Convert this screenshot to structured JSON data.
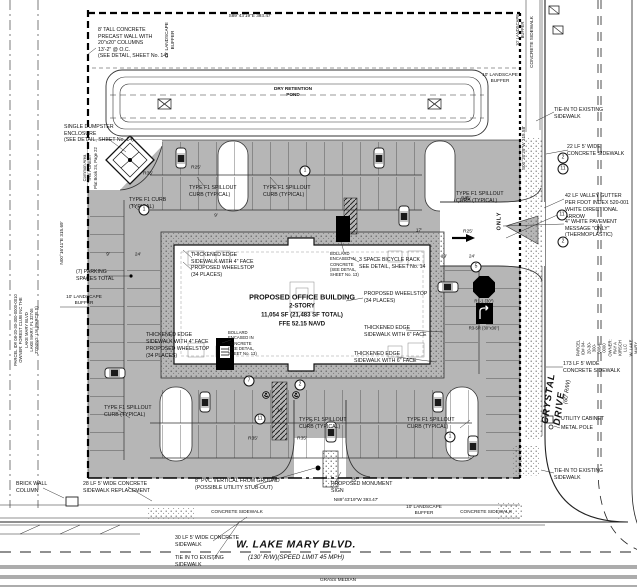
{
  "colors": {
    "paving": "#b6b6b6",
    "ink": "#1c1c1c",
    "paper": "#ffffff",
    "stipple": "#555555"
  },
  "streets": {
    "crystal_name": "CRYSTAL DRIVE",
    "crystal_rw": "(60' R/W)",
    "lakemary_name": "W. LAKE MARY BLVD.",
    "lakemary_rw": "(130' R/W)(SPEED LIMIT 45 MPH)",
    "median": "GRASS MEDIAN"
  },
  "building": {
    "line1": "PROPOSED OFFICE BUILDING",
    "line2": "2-STORY",
    "line3": "11,054 SF (21,483 SF TOTAL)",
    "line4": "FFE 52.15 NAVD"
  },
  "bearings": {
    "top": "S89°43'19\"E  393.47'",
    "bottom": "N89°43'19\"W  393.47'",
    "left": "N00°16'41\"E  315.69'",
    "right": "S00°20'29\"W  315.58'"
  },
  "parcels": {
    "left": "PARCEL ID# 08-20-30-300-0000-0010\nOWNER: FOREST CLUB INC THE\nLAKE MARY BLVD\nLAKE MARY, FL 32746\nZONING: LM (PARCELS)",
    "right": "PARCEL ID# 04-20-30-300-008A-0000\nOWNER: RAY A KIRSCH LLC\nW. LAKE MARY BLVD\nLAKE MARY, FL 32746",
    "common": "Common Area\n\"THE FOREST\"\nPlat Book 24, Page 22"
  },
  "signs": {
    "stop": "R1-1 (30\")",
    "turn": "R3-5R (30\"x36\")",
    "only": "ONLY"
  },
  "notes": {
    "wall": "8' TALL CONCRETE\nPRECAST WALL WITH\n20\"x20\" COLUMNS\n13'-2\" @ O.C.\n(SEE DETAIL, SHEET No. 14)",
    "dumpster": "SINGLE DUMPSTER\nENCLOSURE\n(SEE DETAIL, SHEET No. 14)",
    "pond": "DRY RETENTION\nPOND",
    "buffer15": "15' LANDSCAPE\nBUFFER",
    "buffer10": "10' LANDSCAPE\nBUFFER",
    "parking7": "(7) PARKING\nSPACES TOTAL",
    "f1curb": "TYPE F1 CURB\n(TYPICAL)",
    "f1spill": "TYPE F1 SPILLOUT\nCURB (TYPICAL)",
    "wheelstop": "PROPOSED WHEELSTOP\n(34 PLACES)",
    "thick4": "THICKENED EDGE\nSIDEWALK WITH 4\" FACE",
    "thick6": "THICKENED EDGE\nSIDEWALK WITH 6\" FACE",
    "bollard": "BOLLARD\nENCASED IN\nCONCRETE\n(SEE DETAIL,\nSHEET No. 13)",
    "bike": "3 SPACE BICYCLE RACK\nSEE DETAIL, SHEET No. 14",
    "gutter": "42 LF VALLEY GUTTER\nPER FDOT INDEX 520-001",
    "arrow": "WHITE DIRECTIONAL\nARROW",
    "only4": "4\" WHITE PAVEMENT\nMESSAGE \"ONLY\"\n(THERMOPLASTIC)",
    "tiein": "TIE-IN TO EXISTING\nSIDEWALK",
    "tiein2": "TIE IN TO EXISTING\nSIDEWALK",
    "sw22": "22 LF 5' WIDE\nCONCRETE SIDEWALK",
    "sw173": "173 LF 5' WIDE\nCONCRETE SIDEWALK",
    "sw30": "30 LF 5' WIDE CONCRETE\nSIDEWALK",
    "sw28": "28 LF 5' WIDE CONCRETE\nSIDEWALK REPLACEMENT",
    "cabinet": "UTILITY CABINET",
    "pole": "METAL POLE",
    "cs": "CONCRETE SIDEWALK",
    "pvc": "8\" PVC VERTICAL FROM GROUND\n(POSSIBLE UTILITY STUB-OUT)",
    "monument": "PROPOSED MONUMENT\nSIGN",
    "brick": "BRICK WALL\nCOLUMN"
  },
  "dims": [
    "9'",
    "24'",
    "9'",
    "17'",
    "19'",
    "24'",
    "R35'",
    "R25'",
    "R35'",
    "R25'",
    "R35'",
    "R35'",
    "10'",
    "25'"
  ],
  "keynotes": [
    "1",
    "1",
    "5",
    "2",
    "11",
    "11",
    "2",
    "7",
    "11",
    "2",
    "1"
  ]
}
